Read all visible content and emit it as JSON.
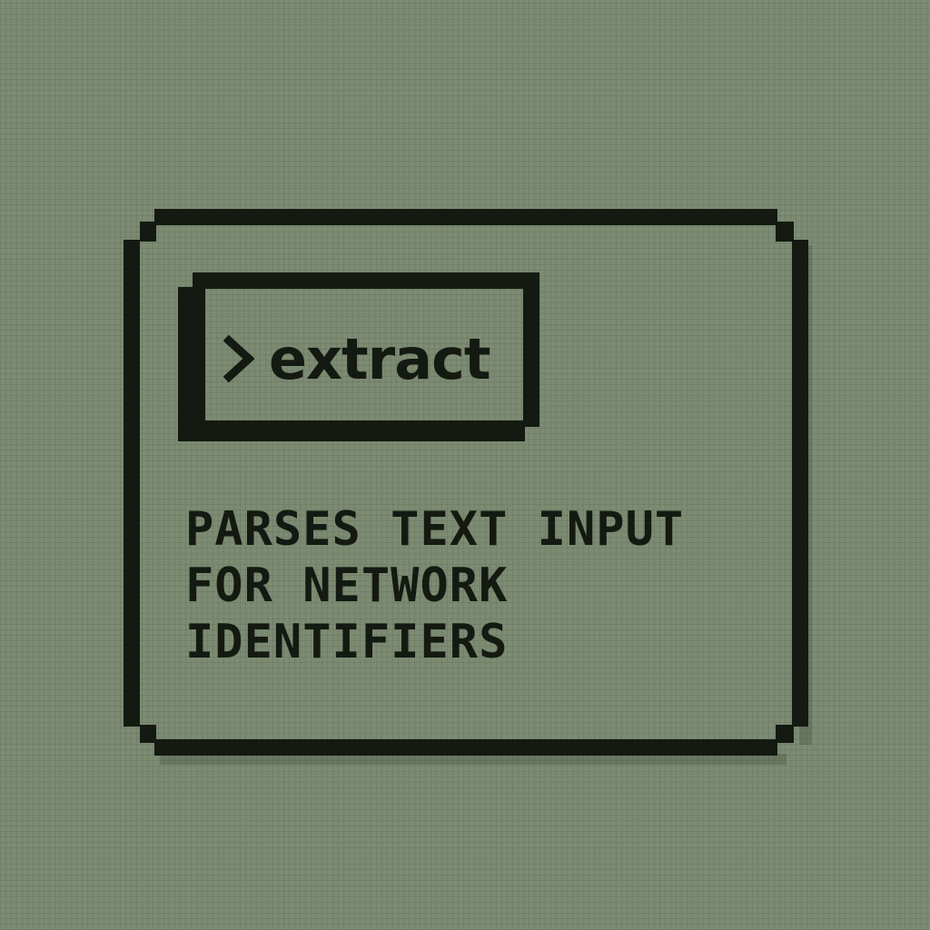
{
  "command": {
    "prompt_icon": "chevron-right-icon",
    "label": "extract"
  },
  "description": {
    "lines": [
      "PARSES TEXT INPUT",
      "FOR NETWORK",
      "IDENTIFIERS"
    ]
  },
  "colors": {
    "background": "#7c8b72",
    "ink": "#141a12"
  }
}
